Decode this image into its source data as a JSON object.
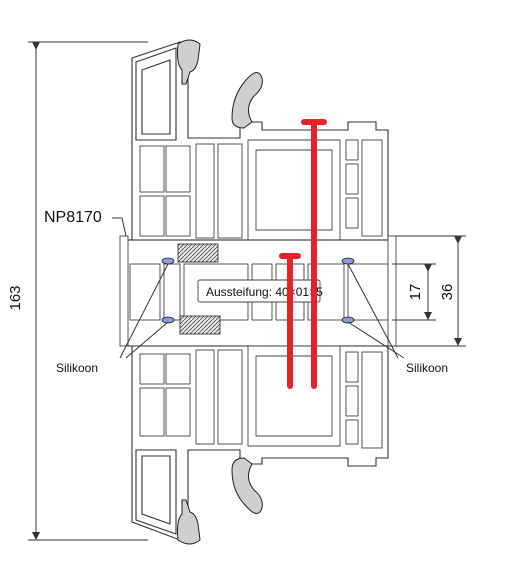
{
  "labels": {
    "profile_code": "NP8170",
    "reinforcement": "Aussteifung: 40×01×5",
    "sealant_left": "Silikoon",
    "sealant_right": "Silikoon"
  },
  "dimensions": {
    "overall_height": "163",
    "inner_height": "17",
    "outer_height": "36"
  },
  "colors": {
    "reinforcement_bar": "#e8202a",
    "sealant": "#8c9bd9"
  }
}
